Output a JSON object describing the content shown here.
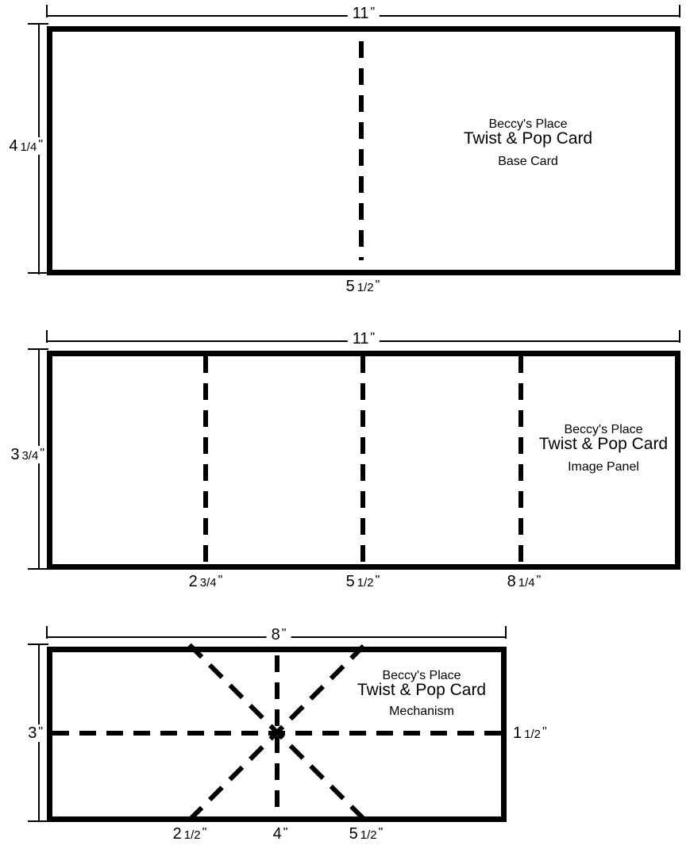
{
  "page": {
    "background_color": "#ffffff",
    "ink_color": "#000000",
    "description": "Twist & Pop Card printable template with three measured pieces"
  },
  "diagrams": [
    {
      "id": "base-card",
      "brand": "Beccy's Place",
      "product": "Twist & Pop Card",
      "part": "Base Card",
      "width": {
        "whole": "11",
        "frac": "",
        "unit": "\""
      },
      "height": {
        "whole": "4",
        "frac": "1/4",
        "unit": "\""
      },
      "folds": [
        {
          "whole": "5",
          "frac": "1/2",
          "unit": "\""
        }
      ]
    },
    {
      "id": "image-panel",
      "brand": "Beccy's Place",
      "product": "Twist & Pop Card",
      "part": "Image Panel",
      "width": {
        "whole": "11",
        "frac": "",
        "unit": "\""
      },
      "height": {
        "whole": "3",
        "frac": "3/4",
        "unit": "\""
      },
      "folds": [
        {
          "whole": "2",
          "frac": "3/4",
          "unit": "\""
        },
        {
          "whole": "5",
          "frac": "1/2",
          "unit": "\""
        },
        {
          "whole": "8",
          "frac": "1/4",
          "unit": "\""
        }
      ]
    },
    {
      "id": "mechanism",
      "brand": "Beccy's Place",
      "product": "Twist & Pop Card",
      "part": "Mechanism",
      "width": {
        "whole": "8",
        "frac": "",
        "unit": "\""
      },
      "height": {
        "whole": "3",
        "frac": "",
        "unit": "\""
      },
      "folds": [
        {
          "whole": "2",
          "frac": "1/2",
          "unit": "\""
        },
        {
          "whole": "4",
          "frac": "",
          "unit": "\""
        },
        {
          "whole": "5",
          "frac": "1/2",
          "unit": "\""
        }
      ],
      "side": {
        "whole": "1",
        "frac": "1/2",
        "unit": "\""
      }
    }
  ]
}
